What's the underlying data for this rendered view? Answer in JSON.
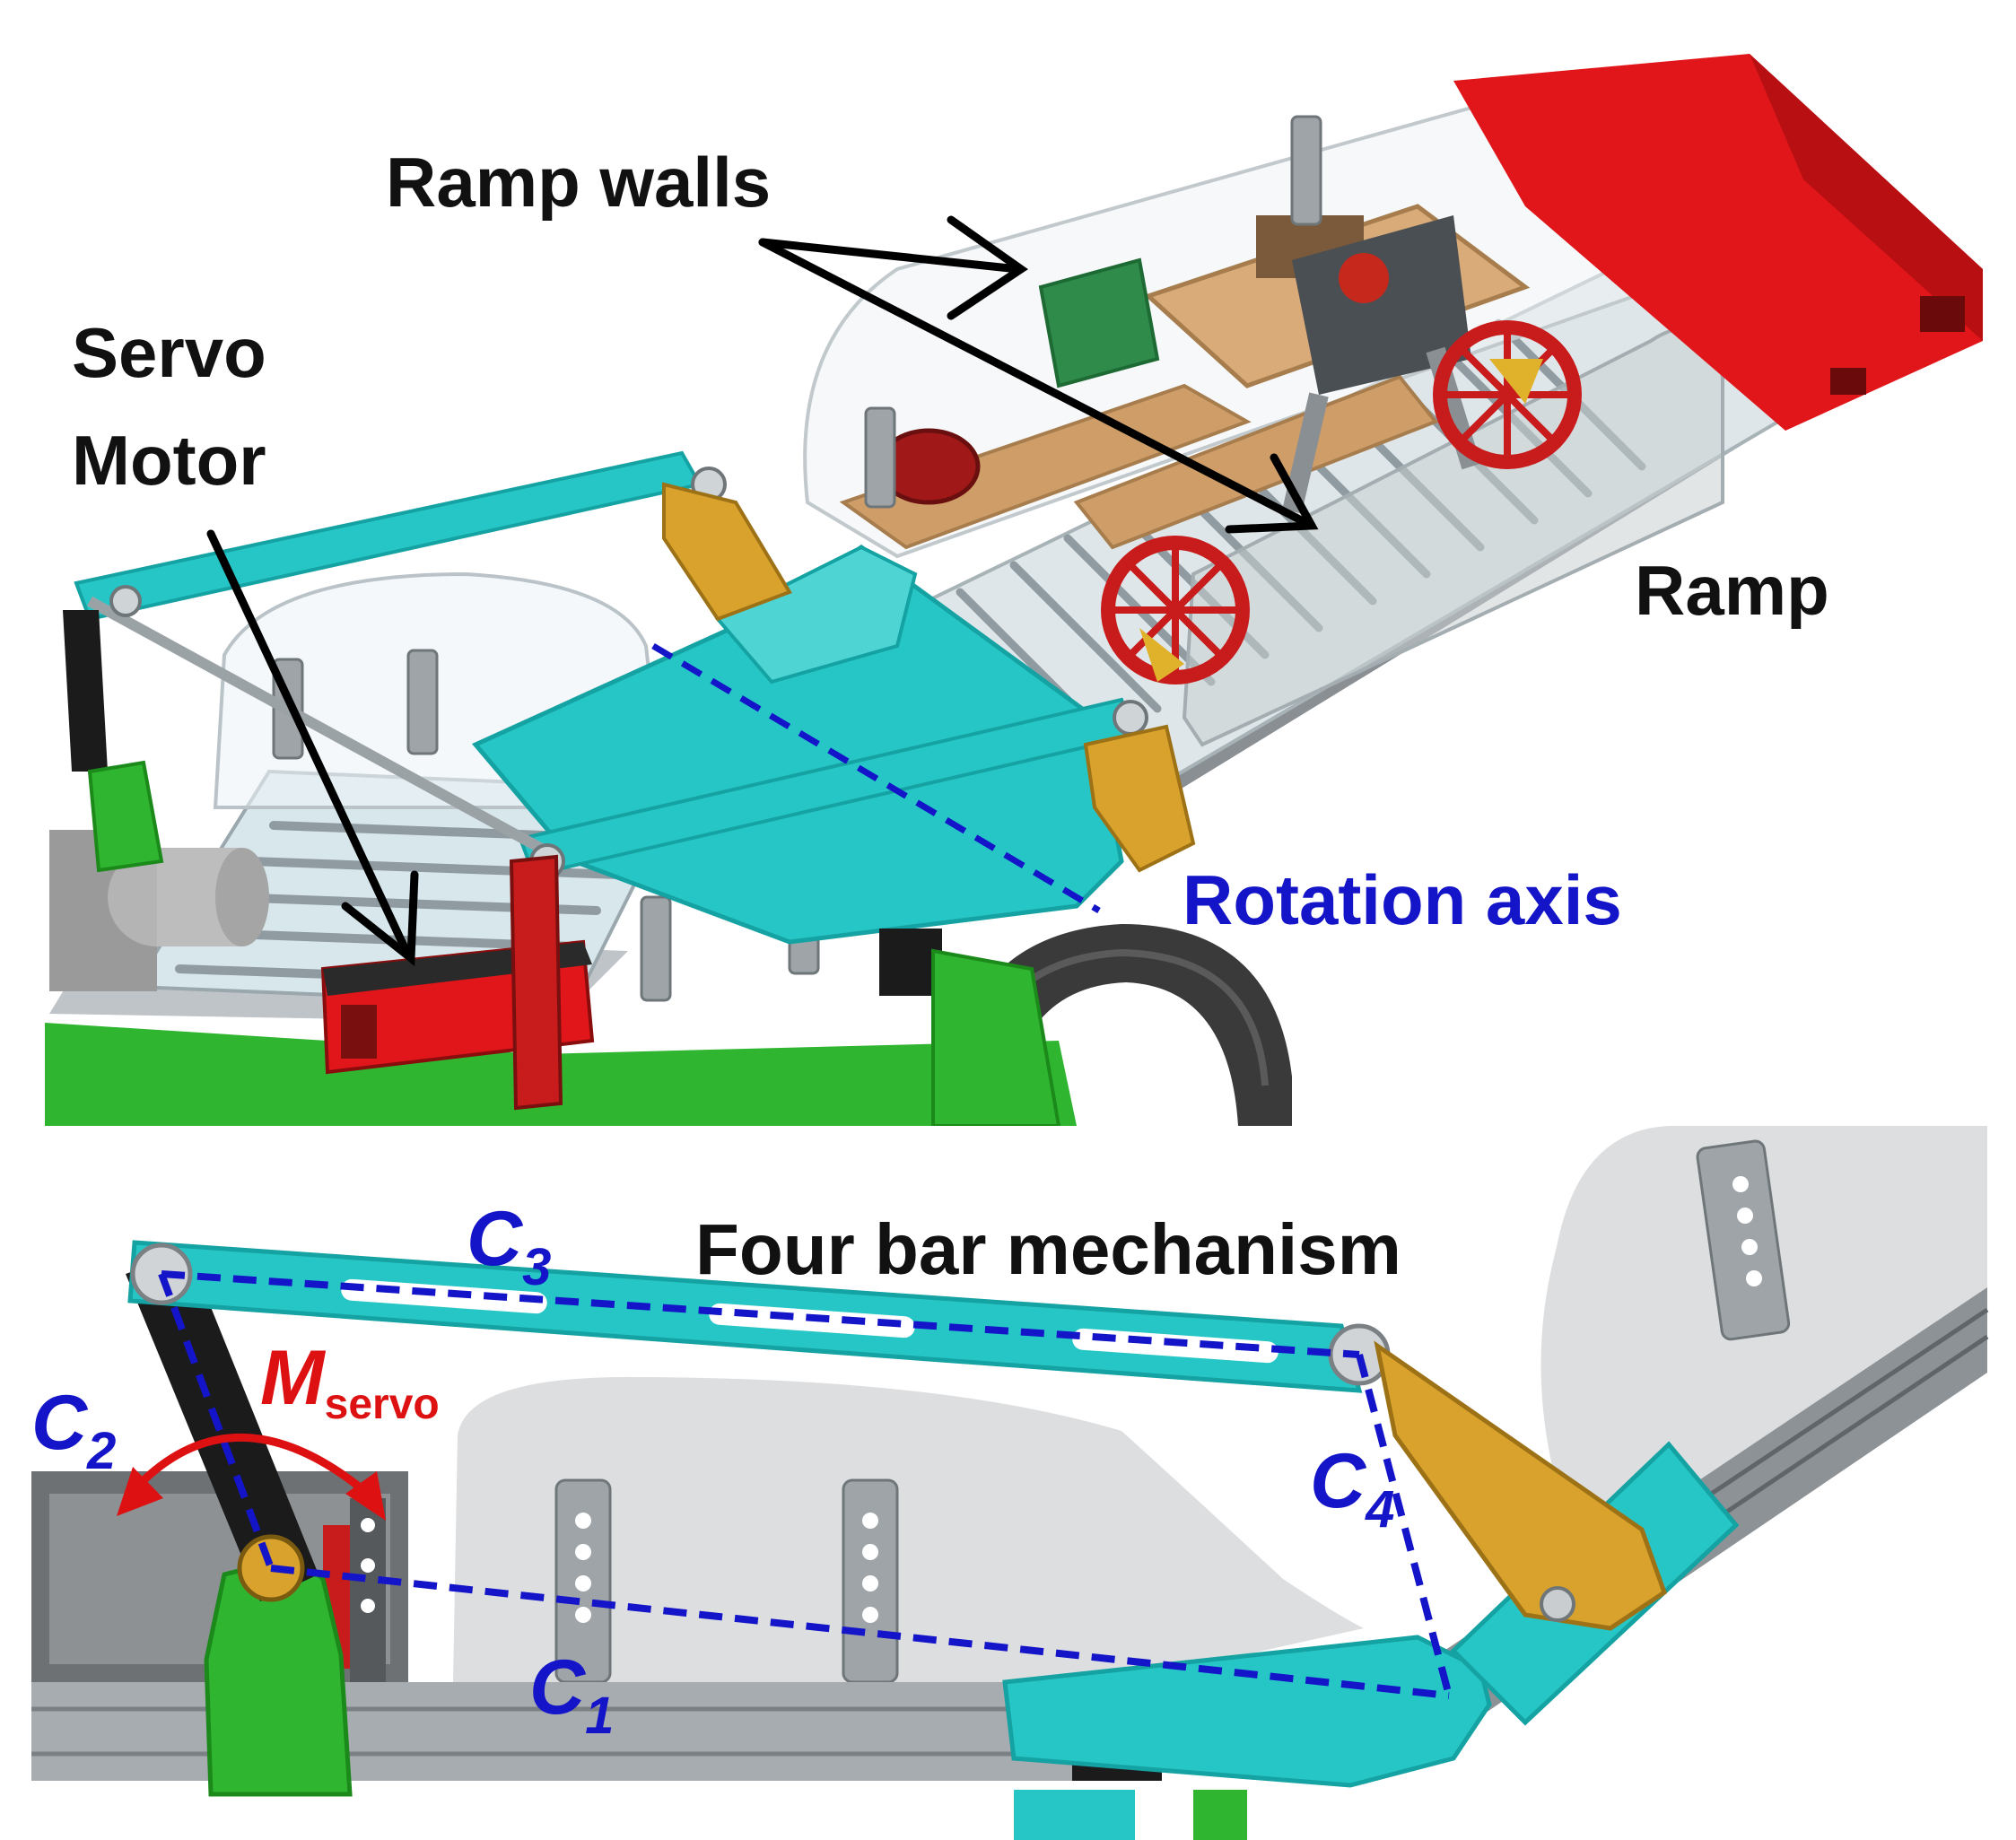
{
  "top_panel": {
    "labels": {
      "ramp_walls": "Ramp walls",
      "servo": "Servo",
      "motor": "Motor",
      "ramp": "Ramp",
      "rotation_axis": "Rotation axis"
    }
  },
  "bottom_panel": {
    "title": "Four bar mechanism",
    "links": {
      "c1": "C",
      "c1_sub": "1",
      "c2": "C",
      "c2_sub": "2",
      "c3": "C",
      "c3_sub": "3",
      "c4": "C",
      "c4_sub": "4"
    },
    "moment": {
      "symbol": "M",
      "sub": "servo"
    }
  },
  "colors": {
    "label_black": "#111111",
    "label_blue": "#1414c8",
    "moment_red": "#dd1111",
    "cyan_part": "#27c6c6",
    "red_part": "#e0161a",
    "green_part": "#2fb52f",
    "gold_part": "#d9a22c",
    "wood_part": "#d9ab78"
  }
}
